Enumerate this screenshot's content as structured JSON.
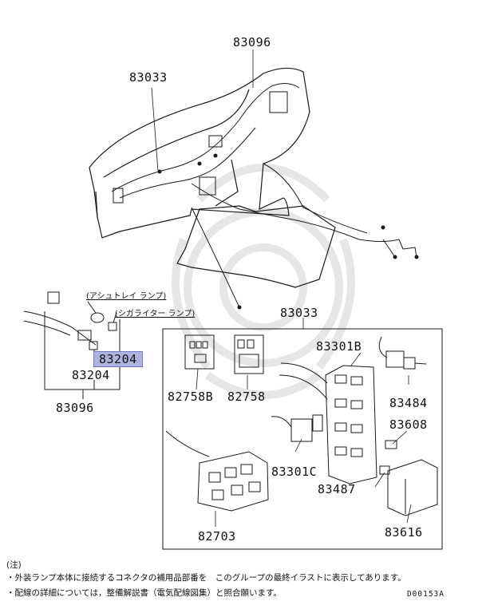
{
  "labels": {
    "l83096_top": "83096",
    "l83033_top": "83033",
    "l83033_mid": "83033",
    "l83301b": "83301B",
    "l83484": "83484",
    "l83608": "83608",
    "l83487": "83487",
    "l83616": "83616",
    "l83301c": "83301C",
    "l82758b": "82758B",
    "l82758": "82758",
    "l82703": "82703",
    "l83204_hl": "83204",
    "l83204": "83204",
    "l83096_left": "83096",
    "ashtray": "(アシュトレイ ランプ)",
    "cigar": "(シガライター ランプ)"
  },
  "notes": {
    "head": "(注)",
    "line1": "・外装ランプ本体に接続するコネクタの補用品部番を　このグループの最終イラストに表示してあります。",
    "line2": "・配線の詳細については，整備解説書（電気配線図集）と照合願います。"
  },
  "diagram_code": "D00153A",
  "colors": {
    "highlight": "#aeb4e0",
    "line": "#1a1a1a",
    "watermark": "#e8e8e8"
  }
}
